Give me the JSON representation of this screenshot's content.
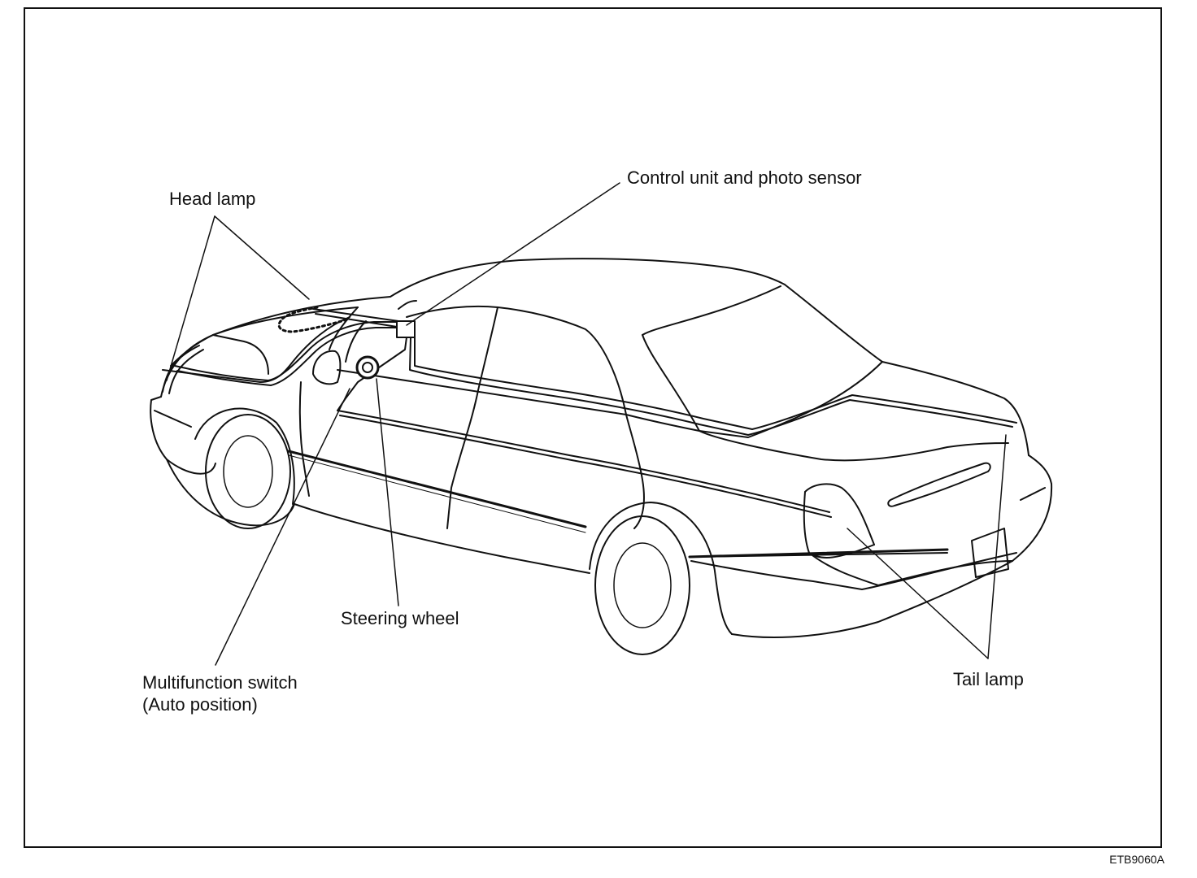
{
  "labels": {
    "head_lamp": "Head lamp",
    "control_unit": "Control unit and photo sensor",
    "steering_wheel": "Steering wheel",
    "multifunction_switch_line1": "Multifunction switch",
    "multifunction_switch_line2": "(Auto position)",
    "tail_lamp": "Tail lamp"
  },
  "figure_code": "ETB9060A"
}
